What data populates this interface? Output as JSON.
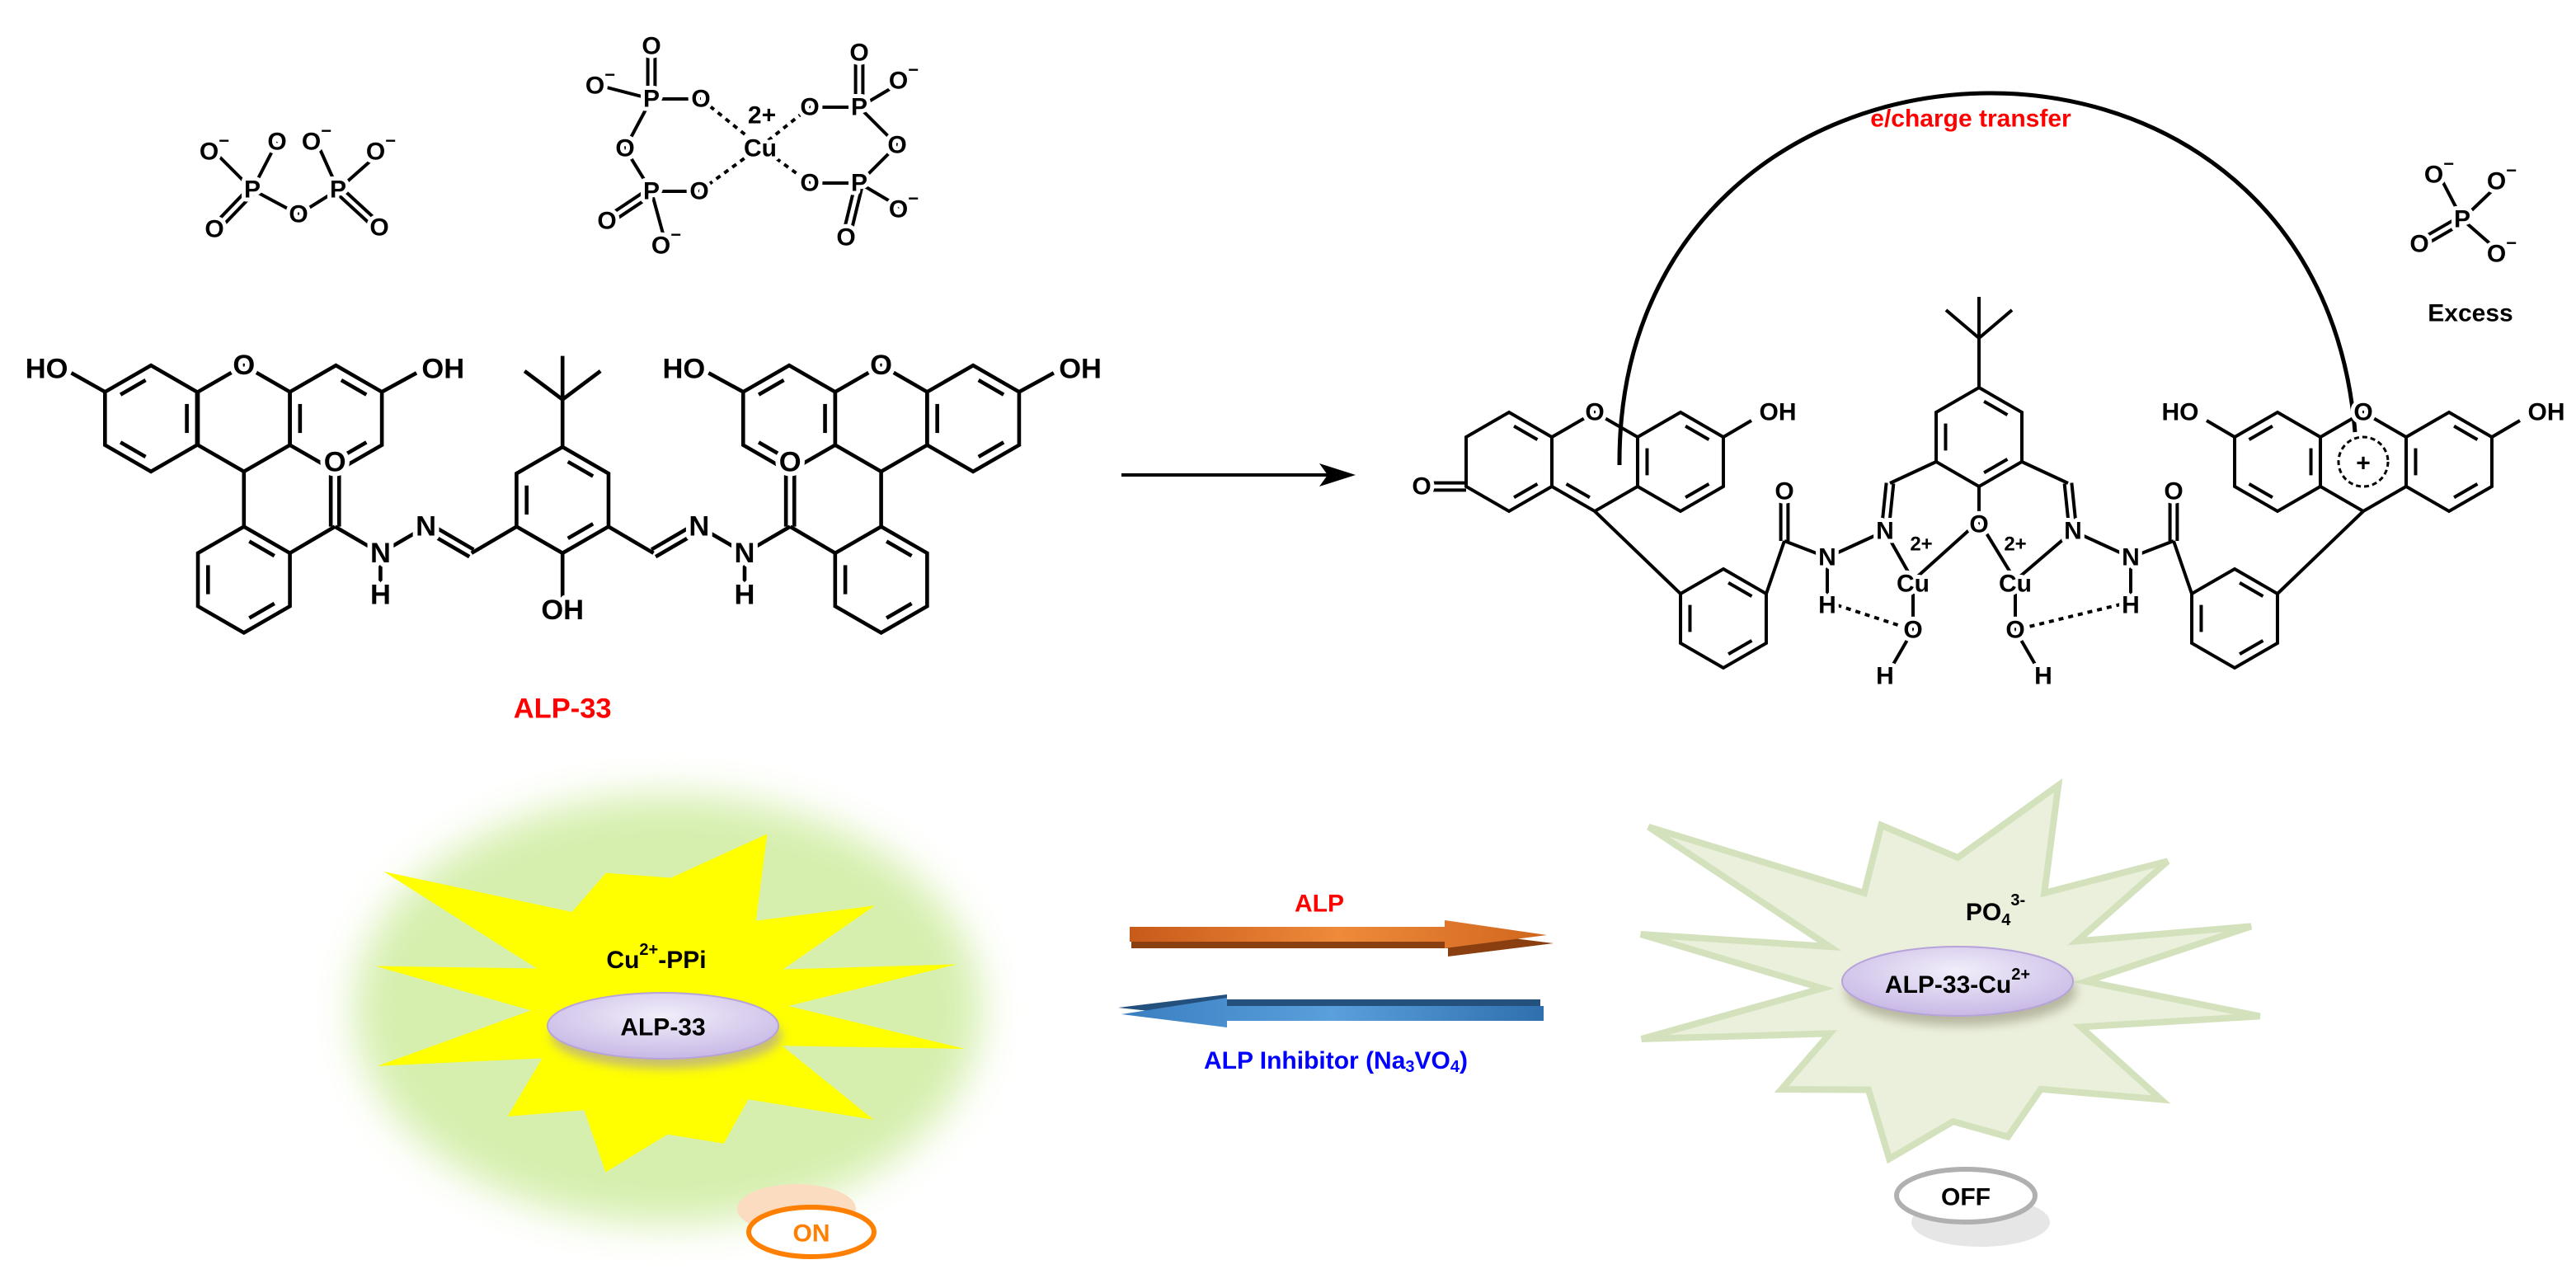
{
  "pyrophosphate": {
    "atoms": [
      "O⁻",
      "O",
      "O⁻",
      "O⁻",
      "P",
      "P",
      "O",
      "O",
      "O"
    ]
  },
  "cu_ppi_complex": {
    "atoms": [
      "O",
      "O⁻",
      "P",
      "O",
      "O",
      "P",
      "O",
      "O",
      "O⁻",
      "O",
      "P",
      "O",
      "O⁻",
      "O",
      "O",
      "P",
      "O⁻",
      "O"
    ],
    "metal": "Cu",
    "metal_charge": "2+"
  },
  "alp33_structure": {
    "atoms": [
      "HO",
      "O",
      "OH",
      "O",
      "N",
      "H",
      "N",
      "OH",
      "N",
      "N",
      "H",
      "O",
      "HO",
      "O",
      "OH"
    ],
    "name": "ALP-33"
  },
  "complex_structure": {
    "atoms": [
      "O",
      "O",
      "OH",
      "N",
      "N",
      "H",
      "O",
      "O",
      "Cu",
      "Cu",
      "O",
      "H",
      "O",
      "H",
      "N",
      "N",
      "H",
      "O",
      "HO",
      "O",
      "OH"
    ],
    "metal_charges": [
      "2+",
      "2+"
    ],
    "ring_charge": "+",
    "charge_transfer_label": "e/charge transfer"
  },
  "excess_phosphate": {
    "atoms": [
      "O⁻",
      "O⁻",
      "P",
      "O",
      "O⁻"
    ],
    "label": "Excess"
  },
  "scheme": {
    "on_state": {
      "complex_label": {
        "base": "Cu",
        "sup": "2+",
        "rest": "-PPi"
      },
      "probe_label": "ALP-33",
      "badge": "ON"
    },
    "forward_arrow": {
      "label": "ALP",
      "color": "#e0782a"
    },
    "reverse_arrow": {
      "label_parts": [
        "ALP Inhibitor (Na",
        "3",
        "VO",
        "4",
        ")"
      ],
      "color": "#3f86c6"
    },
    "off_state": {
      "anion_label": {
        "base": "PO",
        "sub": "4",
        "sup": "3-"
      },
      "probe_label": {
        "base": "ALP-33-Cu",
        "sup": "2+"
      },
      "badge": "OFF"
    }
  },
  "colors": {
    "on_star": "#ffff00",
    "glow": "#d6efae",
    "off_star": "#ebf0dc",
    "off_star_edge": "#d3e2bd",
    "red_label": "#ff0000",
    "blue_label": "#0000ff",
    "on_badge": "#ff7f00",
    "off_badge": "#b0b0b0"
  }
}
